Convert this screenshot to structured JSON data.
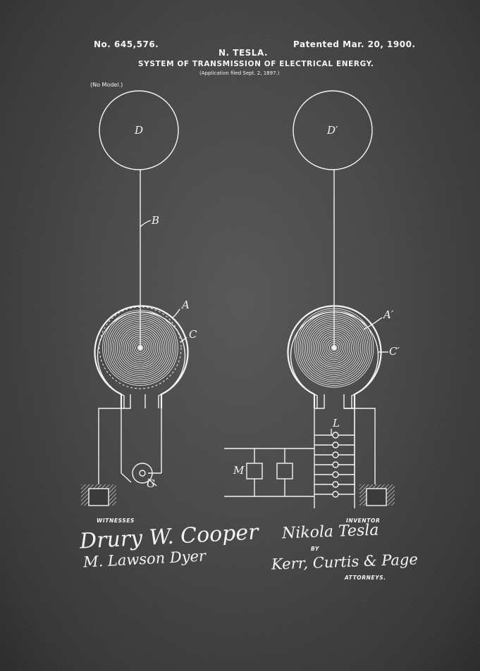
{
  "header": {
    "patent_number": "No. 645,576.",
    "inventor_name": "N. TESLA.",
    "patented_date": "Patented Mar. 20, 1900.",
    "title": "SYSTEM OF TRANSMISSION OF ELECTRICAL ENERGY.",
    "application_note": "(Application filed Sept. 2, 1897.)",
    "model_note": "(No Model.)"
  },
  "figure_labels": {
    "left_terminal": "D",
    "right_terminal": "D′",
    "conductor": "B",
    "left_coil_outer": "A",
    "left_coil_inner": "C",
    "right_coil_outer": "A′",
    "right_coil_inner": "C′",
    "generator": "G",
    "lamps": "L",
    "motor": "M"
  },
  "signatures": {
    "witnesses_label": "WITNESSES",
    "witness_1": "Drury W. Cooper",
    "witness_2": "M. Lawson Dyer",
    "inventor_label": "INVENTOR",
    "inventor_signature": "Nikola Tesla",
    "by_label": "BY",
    "attorneys_signature": "Kerr, Curtis & Page",
    "attorneys_label": "ATTORNEYS."
  },
  "colors": {
    "background": "#3f3f3f",
    "ink": "#f4f4f4"
  }
}
